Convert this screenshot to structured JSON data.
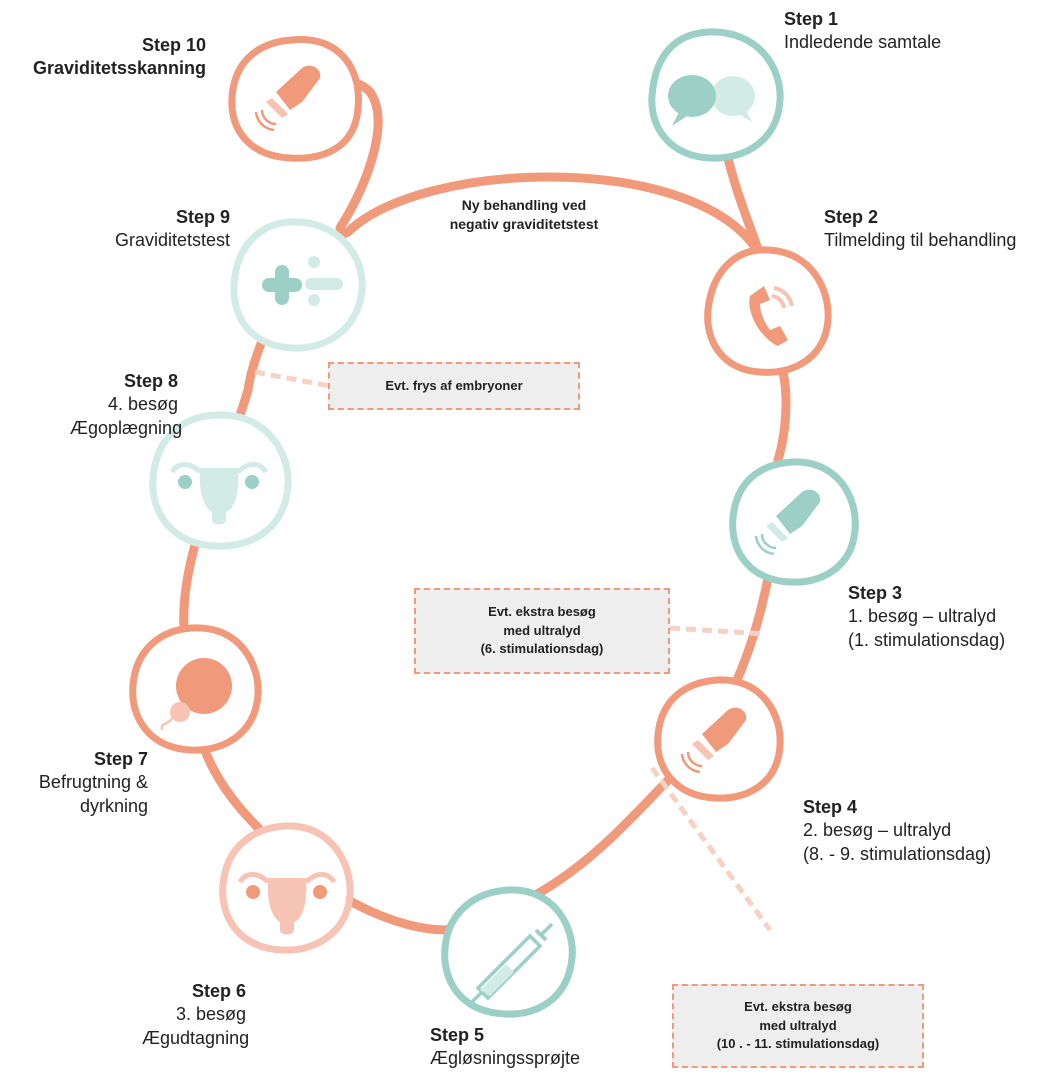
{
  "loop_caption": "Ny behandling ved\nnegativ graviditetstest",
  "colors": {
    "salmon": "#f09a7b",
    "teal": "#9ccfc6",
    "mint": "#d3ebe6",
    "pink": "#f6c3b5",
    "note_bg": "#eeeeee"
  },
  "steps": [
    {
      "title": "Step 1",
      "desc": "Indledende samtale",
      "icon": "speech-bubbles-icon"
    },
    {
      "title": "Step 2",
      "desc": "Tilmelding til behandling",
      "icon": "phone-icon"
    },
    {
      "title": "Step 3",
      "desc": "1. besøg – ultralyd\n(1. stimulationsdag)",
      "icon": "ultrasound-probe-icon"
    },
    {
      "title": "Step 4",
      "desc": "2. besøg – ultralyd\n(8. - 9. stimulationsdag)",
      "icon": "ultrasound-probe-icon"
    },
    {
      "title": "Step 5",
      "desc": "Ægløsningssprøjte",
      "icon": "syringe-icon"
    },
    {
      "title": "Step 6",
      "desc": "3. besøg\nÆgudtagning",
      "icon": "uterus-icon"
    },
    {
      "title": "Step 7",
      "desc": "Befrugtning &\ndyrkning",
      "icon": "egg-sperm-icon"
    },
    {
      "title": "Step 8",
      "desc": "4. besøg\nÆgoplægning",
      "icon": "uterus-icon"
    },
    {
      "title": "Step  9",
      "desc": "Graviditetstest",
      "icon": "plus-minus-icon"
    },
    {
      "title": "Step 10",
      "desc": "Graviditetsskanning",
      "icon": "ultrasound-probe-icon"
    }
  ],
  "notes": [
    {
      "text": "Evt. frys af embryoner"
    },
    {
      "text": "Evt. ekstra besøg\nmed ultralyd\n(6. stimulationsdag)"
    },
    {
      "text": "Evt. ekstra besøg\nmed ultralyd\n(10 . - 11. stimulationsdag)"
    }
  ]
}
